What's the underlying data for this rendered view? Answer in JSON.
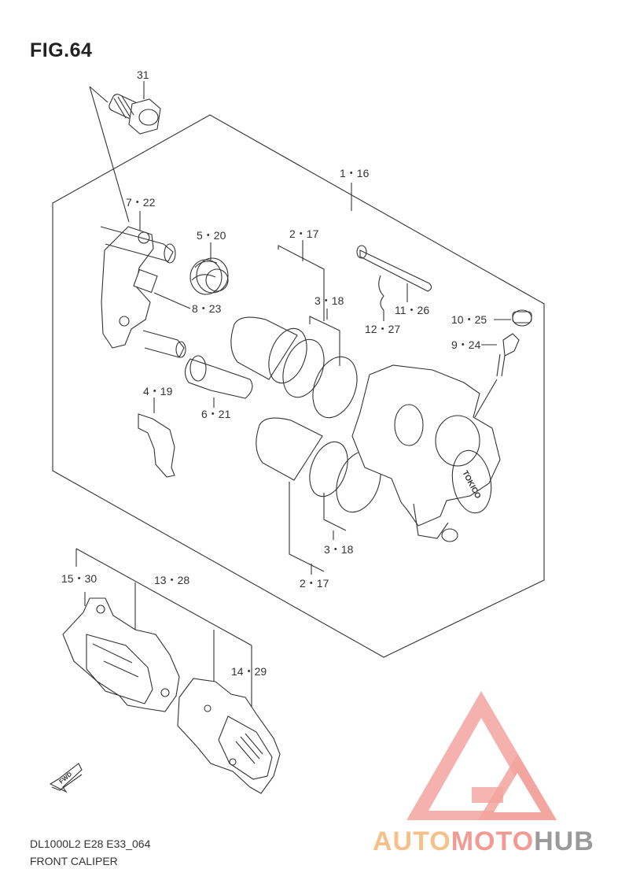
{
  "figure": {
    "title": "FIG.64"
  },
  "callouts": {
    "c31": "31",
    "c1_16": "1・16",
    "c7_22": "7・22",
    "c5_20": "5・20",
    "c2_17_top": "2・17",
    "c3_18_top": "3・18",
    "c8_23": "8・23",
    "c12_27": "12・27",
    "c11_26": "11・26",
    "c10_25": "10・25",
    "c9_24": "9・24",
    "c4_19": "4・19",
    "c6_21": "6・21",
    "c3_18_bot": "3・18",
    "c2_17_bot": "2・17",
    "c15_30": "15・30",
    "c13_28": "13・28",
    "c14_29": "14・29"
  },
  "labels": {
    "caliper_brand": "TOKICO",
    "fwd_arrow": "FWD"
  },
  "footer": {
    "code": "DL1000L2 E28 E33_064",
    "name": "FRONT CALIPER"
  },
  "watermark": {
    "part1": "AUTO",
    "part2": "MOTO",
    "part3": "HUB",
    "color_primary": "#f29a94",
    "color_accent": "#f5c18a",
    "color_gray": "#9a9a9a"
  }
}
